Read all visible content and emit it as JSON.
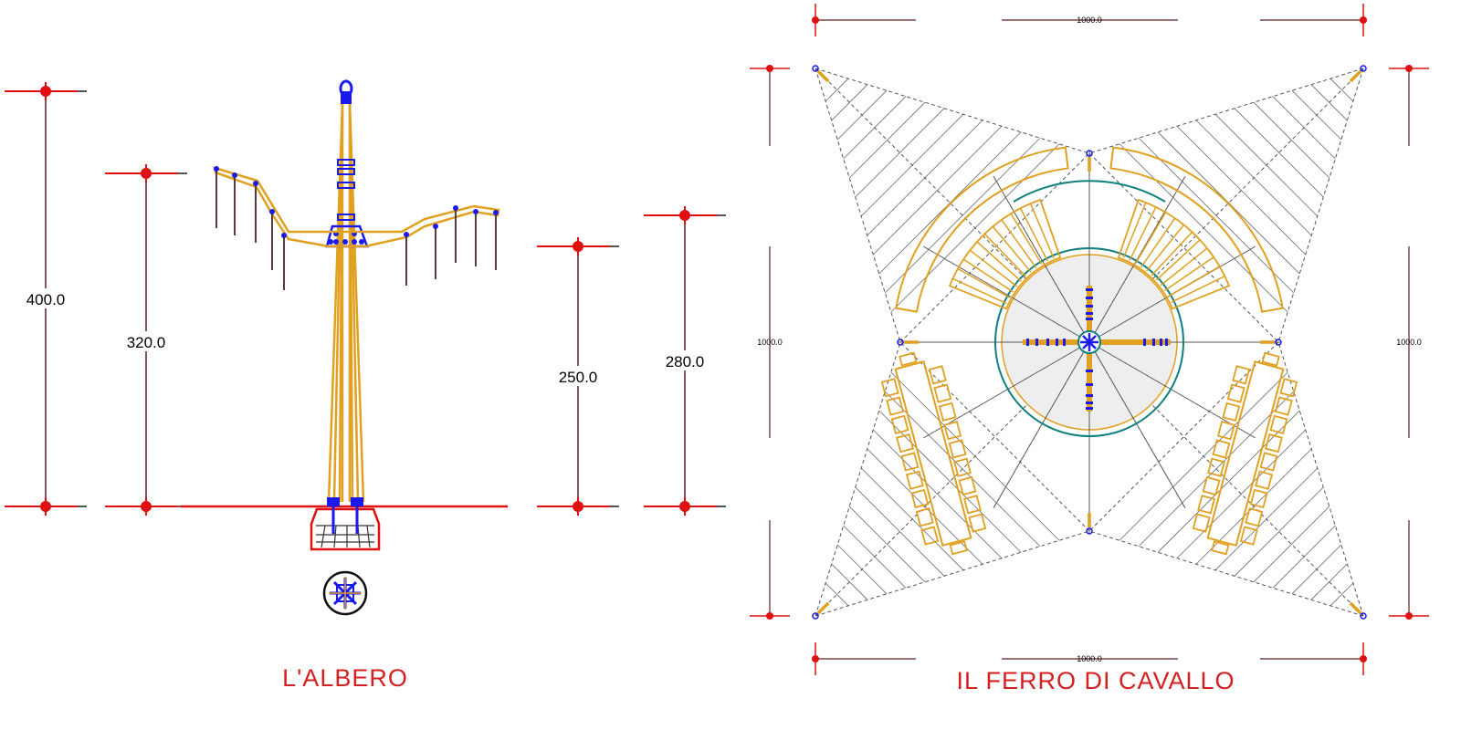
{
  "left_drawing": {
    "title": "L'ALBERO",
    "dimensions": [
      "400.0",
      "320.0",
      "250.0",
      "280.0"
    ]
  },
  "right_drawing": {
    "title": "IL FERRO DI CAVALLO",
    "dimensions": {
      "top": "1000.0",
      "bottom": "1000.0",
      "left": "1000.0",
      "right": "1000.0"
    }
  },
  "colors": {
    "dimension": "#ee1111",
    "structure": "#e0a020",
    "fitting": "#1a1aee",
    "ring": "#108080",
    "guide": "#555555"
  }
}
